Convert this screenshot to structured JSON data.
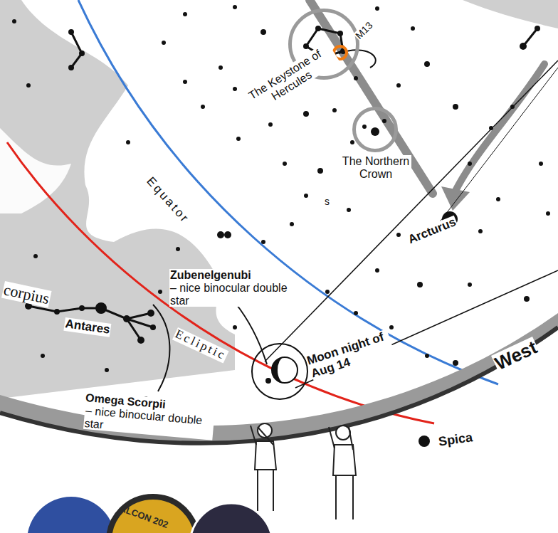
{
  "diagram": {
    "nodes": [
      {
        "text": [
          "The Keystone of Hercules"
        ]
      },
      {
        "text": [
          "The Northern Crown"
        ]
      },
      {
        "text": [
          "Moon night of Aug 14"
        ]
      }
    ],
    "labels": [
      "M13",
      "Equator",
      "s",
      "Arcturus",
      "Zubenelgenubi",
      "– nice binocular double star",
      "corpius",
      "Antares",
      "Ecliptic",
      "Omega Scorpii",
      "– nice binocular double star",
      "West",
      "Spica",
      "ALCON 202"
    ]
  }
}
